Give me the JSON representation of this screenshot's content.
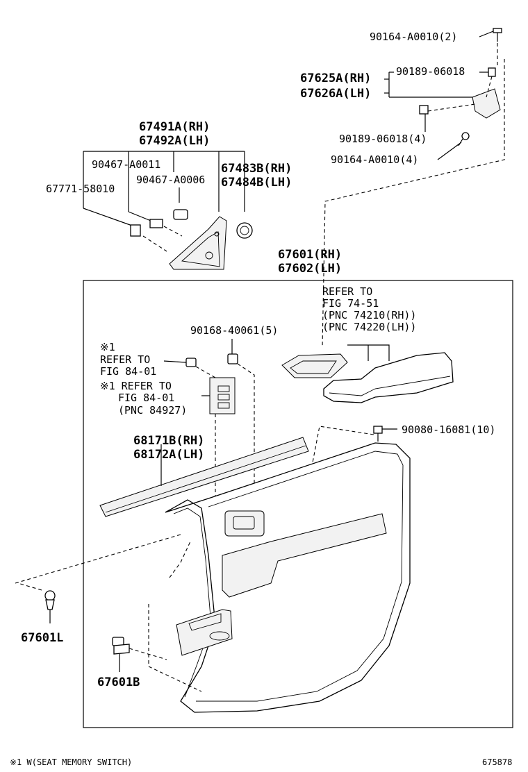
{
  "labels": {
    "p90164_top": "90164-A0010(2)",
    "p67625A": "67625A(RH)",
    "p67626A": "67626A(LH)",
    "p90189_a": "90189-06018",
    "p90189_b": "90189-06018(4)",
    "p90164_b": "90164-A0010(4)",
    "p67491A": "67491A(RH)",
    "p67492A": "67492A(LH)",
    "p90467_1": "90467-A0011",
    "p90467_2": "90467-A0006",
    "p67483B": "67483B(RH)",
    "p67484B": "67484B(LH)",
    "p67771": "67771-58010",
    "p67601": "67601(RH)",
    "p67602": "67602(LH)",
    "ref74_1": "REFER TO",
    "ref74_2": "FIG 74-51",
    "ref74_3": "(PNC 74210(RH))",
    "ref74_4": "(PNC 74220(LH))",
    "p90168": "90168-40061(5)",
    "note1_mark": "※1",
    "ref84a_1": "REFER TO",
    "ref84a_2": "FIG 84-01",
    "ref84b_1": "※1 REFER TO",
    "ref84b_2": "FIG 84-01",
    "ref84b_3": "(PNC 84927)",
    "p90080": "90080-16081(10)",
    "p68171B": "68171B(RH)",
    "p68172A": "68172A(LH)",
    "p67601L": "67601L",
    "p67601B": "67601B"
  },
  "footer": {
    "note": "※1 W(SEAT MEMORY SWITCH)",
    "figure_id": "675878"
  }
}
